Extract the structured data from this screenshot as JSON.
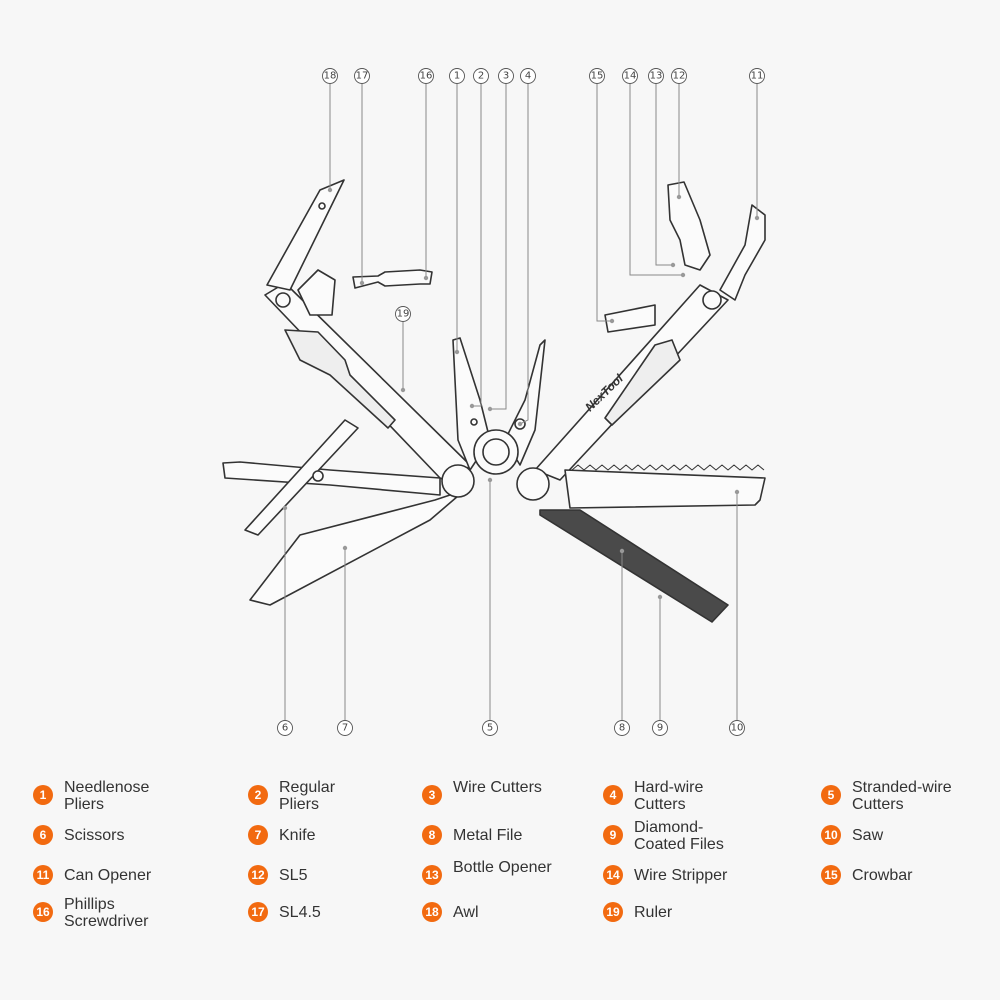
{
  "brand_text": "NexTool",
  "colors": {
    "accent": "#f26a10",
    "line": "#333333",
    "leader": "#8a8a8a",
    "background": "#f7f7f7"
  },
  "callouts": [
    "1",
    "2",
    "3",
    "4",
    "5",
    "6",
    "7",
    "8",
    "9",
    "10",
    "11",
    "12",
    "13",
    "14",
    "15",
    "16",
    "17",
    "18",
    "19"
  ],
  "legend": [
    {
      "num": "1",
      "label": "Needlenose Pliers"
    },
    {
      "num": "2",
      "label": "Regular Pliers"
    },
    {
      "num": "3",
      "label": "Wire Cutters"
    },
    {
      "num": "4",
      "label": "Hard-wire Cutters"
    },
    {
      "num": "5",
      "label": "Stranded-wire Cutters"
    },
    {
      "num": "6",
      "label": "Scissors"
    },
    {
      "num": "7",
      "label": "Knife"
    },
    {
      "num": "8",
      "label": "Metal File"
    },
    {
      "num": "9",
      "label": "Diamond-Coated Files"
    },
    {
      "num": "10",
      "label": "Saw"
    },
    {
      "num": "11",
      "label": "Can Opener"
    },
    {
      "num": "12",
      "label": "SL5"
    },
    {
      "num": "13",
      "label": "Bottle Opener"
    },
    {
      "num": "14",
      "label": "Wire Stripper"
    },
    {
      "num": "15",
      "label": "Crowbar"
    },
    {
      "num": "16",
      "label": "Phillips Screwdriver"
    },
    {
      "num": "17",
      "label": "SL4.5"
    },
    {
      "num": "18",
      "label": "Awl"
    },
    {
      "num": "19",
      "label": "Ruler"
    }
  ]
}
